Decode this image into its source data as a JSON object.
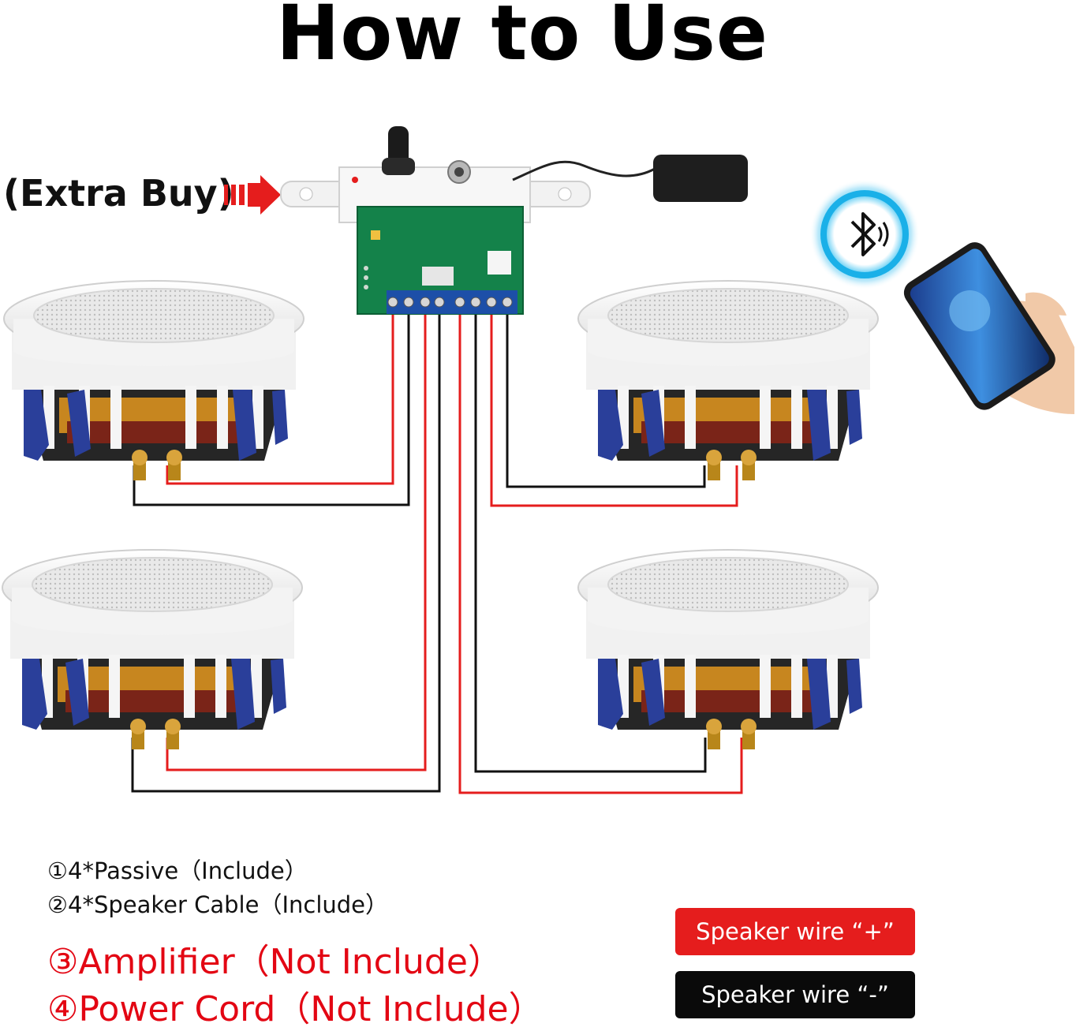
{
  "title": "How to Use",
  "extra_buy": "(Extra Buy)",
  "items": [
    "①4*Passive（Include）",
    "②4*Speaker Cable（Include）",
    "③Amplifier（Not Include）",
    "④Power Cord（Not Include）"
  ],
  "legend": {
    "plus_label": "Speaker wire “+”",
    "minus_label": "Speaker wire “-”"
  },
  "colors": {
    "positive_wire": "#e51d1d",
    "negative_wire": "#111111",
    "accent_red": "#e30613",
    "bluetooth_ring": "#1ab0e8"
  },
  "icons": [
    "bluetooth-icon",
    "arrow-right-icon"
  ]
}
